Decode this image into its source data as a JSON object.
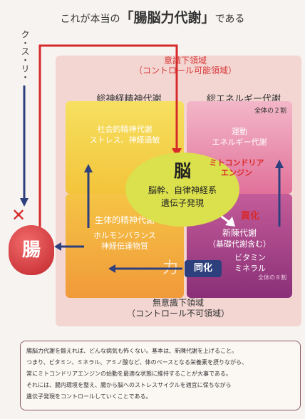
{
  "title": {
    "prefix": "これが本当の",
    "main": "「腸脳力代謝」",
    "suffix": "である"
  },
  "kusuri": "ク・ス・リ・",
  "upper_region": {
    "line1": "意識下領域",
    "line2": "（コントロール可能領域）"
  },
  "lower_region": {
    "line1": "無意識下領域",
    "line2": "（コントロール不可領域）"
  },
  "headers": {
    "left": "総神経精神代謝",
    "right": "総エネルギー代謝"
  },
  "top_left": {
    "line1": "社会的精神代謝",
    "line2": "ストレス、神経過敏"
  },
  "bottom_left": {
    "line1": "生体的精神代謝",
    "line2": "ホルモンバランス",
    "line3": "神経伝達物質"
  },
  "top_right": {
    "note": "全体の２割",
    "line1": "運動",
    "line2": "エネルギー代謝"
  },
  "bottom_right": {
    "line1": "新陳代謝",
    "line2": "（基礎代謝含む）",
    "line3": "ビタミン",
    "line4": "ミネラル",
    "note": "全体の８割"
  },
  "brain": {
    "title": "脳",
    "line1": "脳幹、自律神経系",
    "line2": "遺伝子発現"
  },
  "mito": {
    "line1": "ミトコンドリア",
    "line2": "エンジン"
  },
  "ika": "異化",
  "douka": "同化",
  "chikara": "力",
  "gut": "腸",
  "note_lines": [
    "腸脳力代謝を鍛えれば、どんな病気も怖くない。基本は、新陳代謝を上げること。",
    "つまり、ビタミン、ミネラル、アミノ酸など、体のベースとなる栄養素を摂りながら、",
    "常にミトコンドリアエンジンの始動を最適な状態に維持することが大事である。",
    "それには、腸内環境を整え、腸から脳へのストレスサイクルを適宜に保ちながら",
    "遺伝子発現をコントロールしていくことである。"
  ],
  "colors": {
    "red": "#d62a2a",
    "navy": "#2d3f7c",
    "yellow": "#f3c43a",
    "pink": "#e1719a",
    "purple": "#8a2f78"
  }
}
